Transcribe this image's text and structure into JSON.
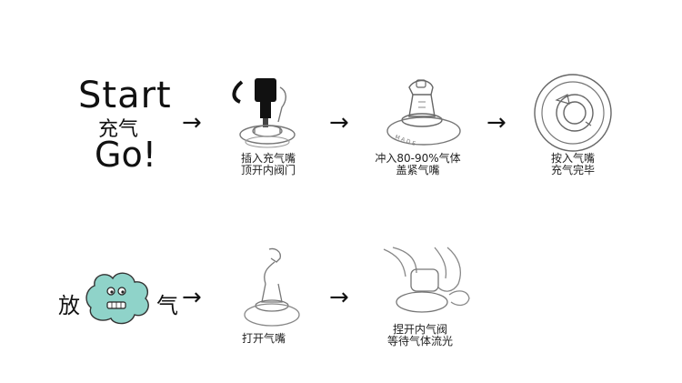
{
  "title": {
    "start": "Start",
    "cn": "充气",
    "go": "Go!"
  },
  "arrows": {
    "symbol": "→"
  },
  "steps": [
    {
      "line1": "插入充气嘴",
      "line2": "顶开内阀门"
    },
    {
      "line1": "冲入80-90%气体",
      "line2": "盖紧气嘴"
    },
    {
      "line1": "按入气嘴",
      "line2": "充气完毕"
    }
  ],
  "deflate": {
    "left_char": "放",
    "right_char": "气",
    "steps": [
      {
        "line1": "打开气嘴",
        "line2": ""
      },
      {
        "line1": "捏开内气阀",
        "line2": "等待气体流光"
      }
    ]
  },
  "colors": {
    "cloud": "#8fd3c9",
    "stroke": "#666666",
    "ink": "#111111"
  }
}
